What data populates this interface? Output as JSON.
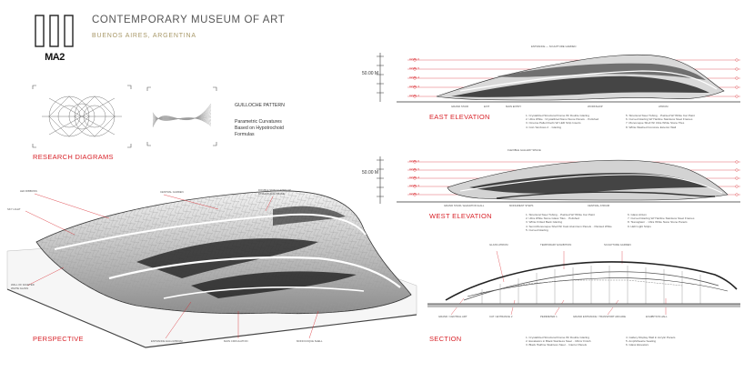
{
  "header": {
    "logo_text": "MA2",
    "title": "CONTEMPORARY MUSEUM OF ART",
    "subtitle": "BUENOS AIRES, ARGENTINA"
  },
  "research": {
    "pattern_label": "GUILLOCHE PATTERN",
    "curvature_note": [
      "Parametric Curvatures",
      "Based on Hypotrochoid",
      "Formulas"
    ],
    "heading": "RESEARCH DIAGRAMS"
  },
  "perspective": {
    "heading": "PERSPECTIVE",
    "callouts": [
      "LED RIBBONS",
      "CENTRAL GARDEN",
      "DOUBLE SKIN GLAZING W/ STRUCTURAL FRAME",
      "SKY LIGHT",
      "WALL OF FACETED WHITE GLASS",
      "ENTRANCE HALL/ATRIUM",
      "MAIN CIRCULATION",
      "MONOCOQUE SHELL"
    ]
  },
  "east": {
    "heading": "EAST ELEVATION",
    "scale_label": "50.00 M",
    "top_callout": "ENTRANCE — SCULPTURE GARDEN",
    "bottom_callouts": [
      "GRAND STAIR",
      "EXIT",
      "MAIN ENTRY",
      "WORKSHOP",
      "ATRIUM"
    ],
    "level_tags": [
      "LEVEL 6",
      "LEVEL 5",
      "LEVEL 4",
      "LEVEL 3",
      "LEVEL 2"
    ],
    "notes_left": [
      "1. Crystallized Structural Frame W/ Double Glazing",
      "2. Ultra White : Crystallized Nano Stone Panels .. Polished",
      "3. Cinema Pallet Roofs W/ LED Strip Inserts",
      "4. Coil / Emboss 2 .. Glazing"
    ],
    "notes_right": [
      "5. Structural Steel Tubing .. Painted W/ White Car Paint",
      "6. Curved Glazing W/ Hairline Stainless Steel Frames",
      "7. Monocoque Shell W/ Ultra White Stone Tiles",
      "8. White Washed Concrete Exterior Wall"
    ]
  },
  "west": {
    "heading": "WEST ELEVATION",
    "scale_label": "50.00 M",
    "top_callout": "FLEXIBLE GALLERY SPACE",
    "bottom_callouts": [
      "GRAND STAIR / ELEVATION HALL",
      "MONUMENT STEPS",
      "CENTRAL ATRIUM"
    ],
    "level_tags": [
      "LEVEL 6",
      "LEVEL 5",
      "LEVEL 4",
      "LEVEL 3",
      "LEVEL 2"
    ],
    "notes_left": [
      "1. Structural Steel Tubing .. Painted W/ White Car Paint",
      "2. Ultra White Stone Glass Tiles .. Polished",
      "3. White Fritted Back Glazing",
      "4. Semi-Monocoque Shell W/ Cast Aluminum Panels .. Painted White",
      "5. Curved Glazing"
    ],
    "notes_right": [
      "6. Glass Atrium",
      "7. Curved Glazing W/ Hairline Stainless Steel Frames",
      "8. 'Nanoglass' .. Ultra White Nano Stone Panels",
      "9. LED Light Strips"
    ]
  },
  "section": {
    "heading": "SECTION",
    "top_callouts": [
      "GLASS ATRIUM",
      "TEMPORARY EXHIBITION",
      "SCULPTURE GARDEN"
    ],
    "bottom_callouts": [
      "GRAND / CENTRAL ART",
      "CAT / ENTRANCE 2",
      "PERIMETER 1",
      "GRAND ENTRANCE / TRANSPORT ARCADE",
      "EXHIBITION HALL"
    ],
    "notes_left": [
      "1. Crystallized Structural Frame W/ Double Glazing",
      "2. Escalators in Black Stainless Steel .. Mirror Finish",
      "3. Black Hairline Stainless Steel .. Interior Panels"
    ],
    "notes_right": [
      "4. Gallery Display Wall in Acrylic Panels",
      "5. Amphitheatre Seating",
      "6. Glass Elevators"
    ]
  }
}
